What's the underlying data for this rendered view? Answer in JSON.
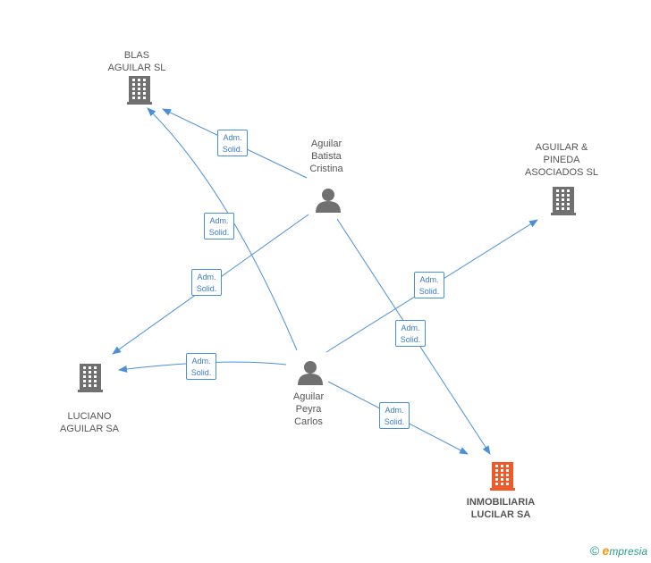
{
  "nodes": {
    "blas": {
      "label": "BLAS\nAGUILAR SL",
      "type": "company"
    },
    "aguilar_pineda": {
      "label": "AGUILAR &\nPINEDA\nASOCIADOS SL",
      "type": "company"
    },
    "luciano": {
      "label": "LUCIANO\nAGUILAR SA",
      "type": "company"
    },
    "inmobiliaria": {
      "label": "INMOBILIARIA\nLUCILAR SA",
      "type": "company-focus"
    },
    "cristina": {
      "label": "Aguilar\nBatista\nCristina",
      "type": "person"
    },
    "carlos": {
      "label": "Aguilar\nPeyra\nCarlos",
      "type": "person"
    }
  },
  "edges": [
    {
      "id": "e1",
      "from": "cristina",
      "to": "blas",
      "label1": "Adm.",
      "label2": "Solid."
    },
    {
      "id": "e2",
      "from": "carlos",
      "to": "blas",
      "label1": "Adm.",
      "label2": "Solid."
    },
    {
      "id": "e3",
      "from": "cristina",
      "to": "luciano",
      "label1": "Adm.",
      "label2": "Solid."
    },
    {
      "id": "e4",
      "from": "carlos",
      "to": "aguilar_pineda",
      "label1": "Adm.",
      "label2": "Solid."
    },
    {
      "id": "e5",
      "from": "cristina",
      "to": "inmobiliaria",
      "label1": "Adm.",
      "label2": "Solid."
    },
    {
      "id": "e6",
      "from": "carlos",
      "to": "luciano",
      "label1": "Adm.",
      "label2": "Solid."
    },
    {
      "id": "e7",
      "from": "carlos",
      "to": "inmobiliaria",
      "label1": "Adm.",
      "label2": "Solid."
    }
  ],
  "colors": {
    "edge": "#4a90d9",
    "company": "#707070",
    "person": "#707070",
    "focus": "#f05a28"
  },
  "brand": {
    "copyright": "©",
    "e_letter": "e",
    "rest": "mpresia"
  }
}
